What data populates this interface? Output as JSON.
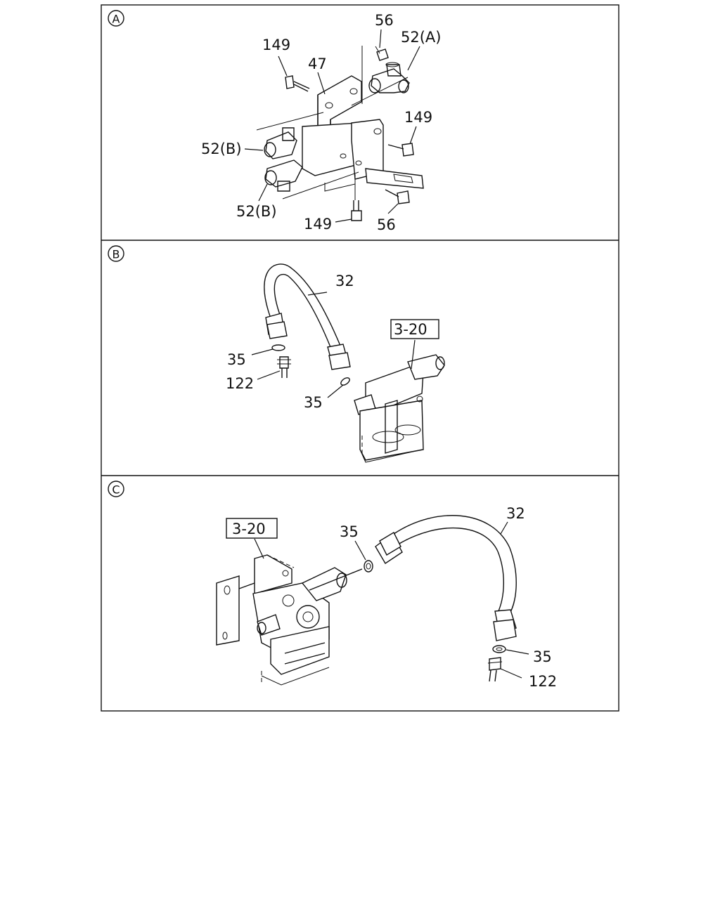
{
  "panels": [
    {
      "id": "A",
      "letter": "A",
      "callouts": {
        "c56_top": "56",
        "c52a": "52(A)",
        "c149_top": "149",
        "c47": "47",
        "c149_right": "149",
        "c52b_upper": "52(B)",
        "c52b_lower": "52(B)",
        "c149_bottom": "149",
        "c56_bottom": "56"
      }
    },
    {
      "id": "B",
      "letter": "B",
      "callouts": {
        "c32": "32",
        "c3_20": "3-20",
        "c35_left": "35",
        "c122": "122",
        "c35_mid": "35"
      }
    },
    {
      "id": "C",
      "letter": "C",
      "callouts": {
        "c3_20": "3-20",
        "c35_top": "35",
        "c32": "32",
        "c35_right": "35",
        "c122": "122"
      }
    }
  ]
}
